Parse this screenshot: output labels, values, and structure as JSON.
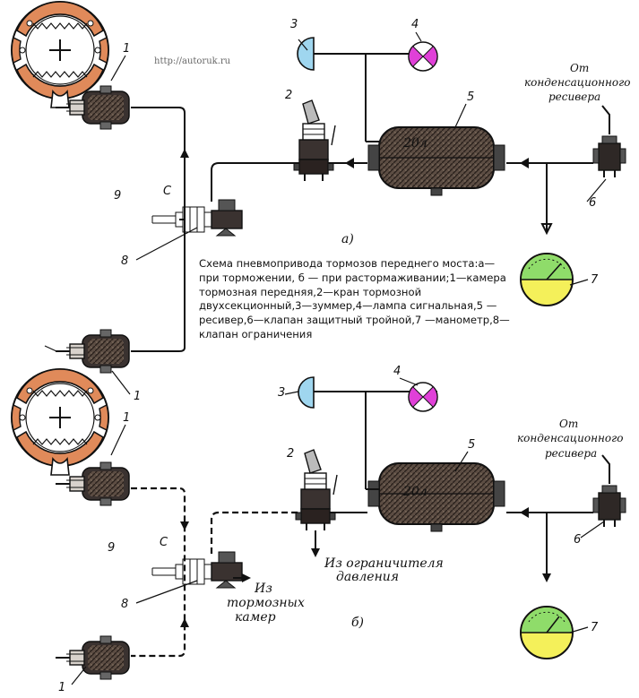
{
  "watermark": "http://autoruk.ru",
  "caption": "Схема пневмопривода тормозов переднего моста:а—при торможении, б — при растормаживании;1—камера тормозная передняя,2—кран тормозной двухсекционный,3—зуммер,4—лампа сигнальная,5 — ресивер,6—клапан защитный тройной,7 —манометр,8—клапан ограничения",
  "top_panel": {
    "panel_label": "а)",
    "labels": {
      "n1a": "1",
      "n1b": "1",
      "n2": "2",
      "n3": "3",
      "n4": "4",
      "n5": "5",
      "n6": "6",
      "n7": "7",
      "n8": "8",
      "n9": "9",
      "c": "С"
    },
    "receiver_text": "20л",
    "from_line1": "От",
    "from_line2": "конденсационного",
    "from_line3": "ресивера"
  },
  "bottom_panel": {
    "panel_label": "б)",
    "labels": {
      "n1a": "1",
      "n1b": "1",
      "n2": "2",
      "n3": "3",
      "n4": "4",
      "n5": "5",
      "n6": "6",
      "n7": "7",
      "n8": "8",
      "n9": "9",
      "c": "С"
    },
    "receiver_text": "20л",
    "from_line1": "От",
    "from_line2": "конденсационного",
    "from_line3": "ресивера",
    "limiter_line1": "Из ограничителя",
    "limiter_line2": "давления",
    "chambers_line1": "Из",
    "chambers_line2": "тормозных",
    "chambers_line3": "камер"
  },
  "colors": {
    "brake_lining": "#e08a5a",
    "buzzer": "#9fd6ef",
    "lamp": "#e040d8",
    "gauge_top": "#8fdc6a",
    "gauge_bottom": "#f4f05a",
    "receiver": "#6b5a4e"
  }
}
